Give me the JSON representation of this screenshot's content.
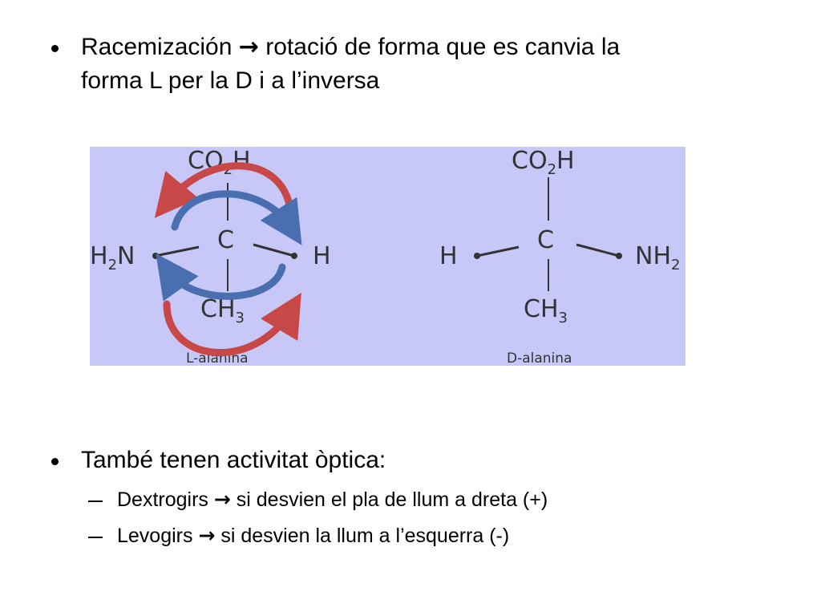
{
  "bullets": {
    "racemizacion": {
      "lead": "Racemización",
      "arrow": "→",
      "line1_rest": "rotació de forma que es canvia la",
      "line2": "forma L per la D i a l’inversa"
    },
    "tambe": {
      "text": "També tenen activitat òptica:"
    },
    "sub": [
      {
        "lead": "Dextrogirs",
        "arrow": "→",
        "rest": "si desvien el pla de llum a dreta (+)"
      },
      {
        "lead": "Levogirs",
        "arrow": "→",
        "rest": "si desvien la llum a l’esquerra (-)"
      }
    ]
  },
  "figure": {
    "background": "#c8c8f8",
    "l_molecule": {
      "top": "CO",
      "top_sub": "2",
      "top_end": "H",
      "center": "C",
      "left": "H",
      "left_sub": "2",
      "left_end": "N",
      "right": "H",
      "bottom": "CH",
      "bottom_sub": "3",
      "label": "L-alanina"
    },
    "d_molecule": {
      "top": "CO",
      "top_sub": "2",
      "top_end": "H",
      "center": "C",
      "left": "H",
      "right": "NH",
      "right_sub": "2",
      "bottom": "CH",
      "bottom_sub": "3",
      "label": "D-alanina"
    },
    "colors": {
      "red_arrow": "#c84848",
      "blue_arrow": "#4a6fb0",
      "bond": "#333333"
    }
  }
}
